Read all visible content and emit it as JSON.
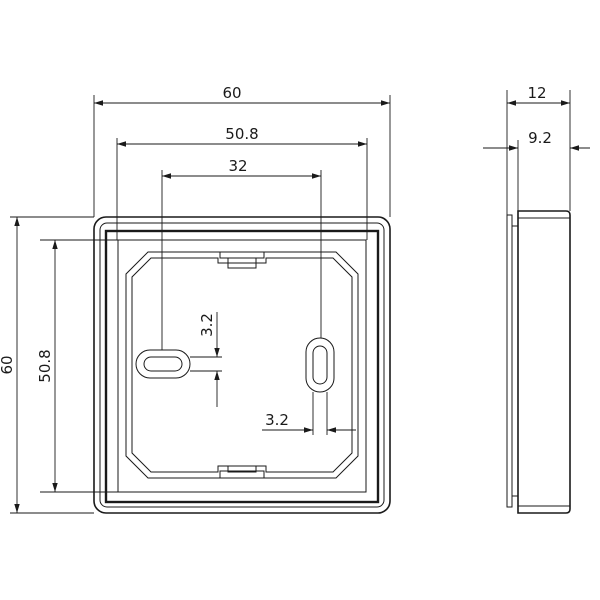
{
  "front_view": {
    "dim_outer_width": "60",
    "dim_inner_width": "50.8",
    "dim_hole_spacing": "32",
    "dim_outer_height": "60",
    "dim_inner_height": "50.8",
    "dim_slot_width_vertical": "3.2",
    "dim_slot_width_horizontal": "3.2"
  },
  "side_view": {
    "dim_depth": "12",
    "dim_inner_depth": "9.2"
  }
}
